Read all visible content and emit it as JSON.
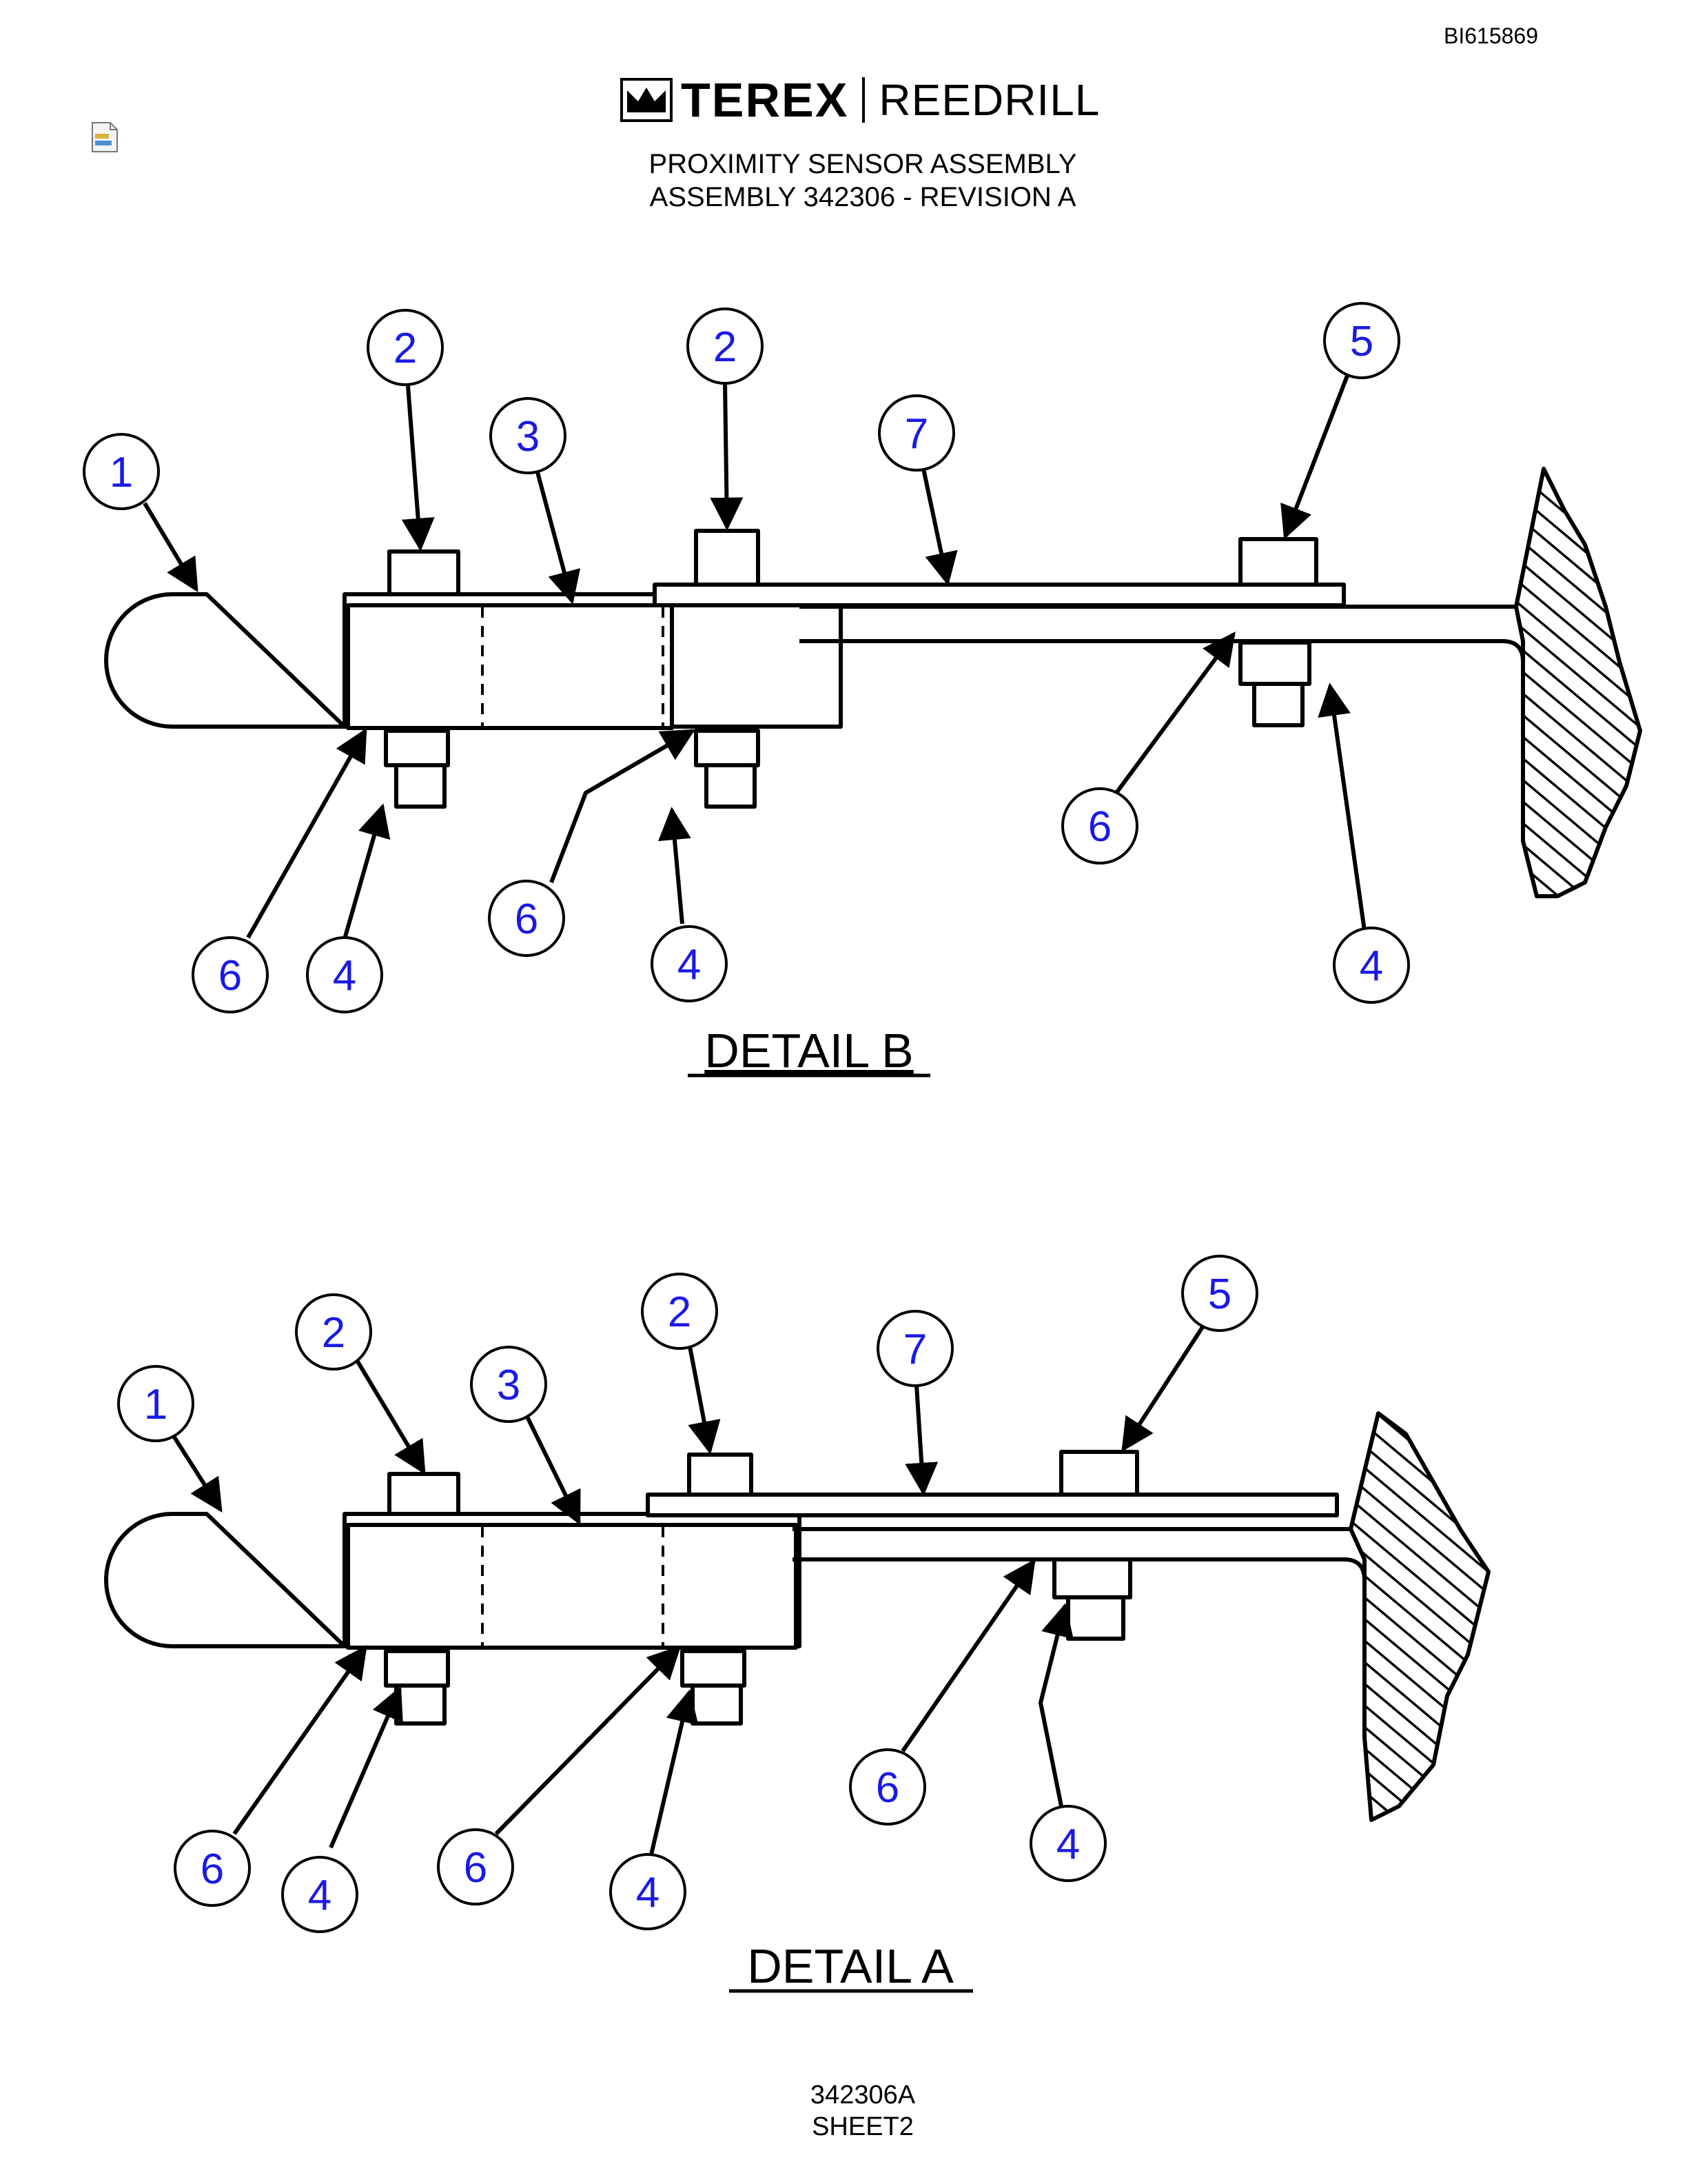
{
  "doc_id": "BI615869",
  "brand": {
    "name_bold": "TEREX",
    "name_light": "REEDRILL"
  },
  "title": {
    "line1": "PROXIMITY SENSOR ASSEMBLY",
    "line2": "ASSEMBLY 342306 - REVISION A"
  },
  "icons": {
    "file": "document-icon",
    "logo": "terex-crown-logo"
  },
  "colors": {
    "callout_text": "#1a1ae6",
    "line": "#000000"
  },
  "details": [
    {
      "label": "DETAIL B",
      "callouts": [
        "1",
        "2",
        "3",
        "2",
        "7",
        "5",
        "6",
        "4",
        "6",
        "4",
        "6",
        "4"
      ]
    },
    {
      "label": "DETAIL A",
      "callouts": [
        "1",
        "2",
        "3",
        "2",
        "7",
        "5",
        "6",
        "4",
        "6",
        "4",
        "6",
        "4"
      ]
    }
  ],
  "footer": {
    "line1": "342306A",
    "line2": "SHEET2"
  }
}
